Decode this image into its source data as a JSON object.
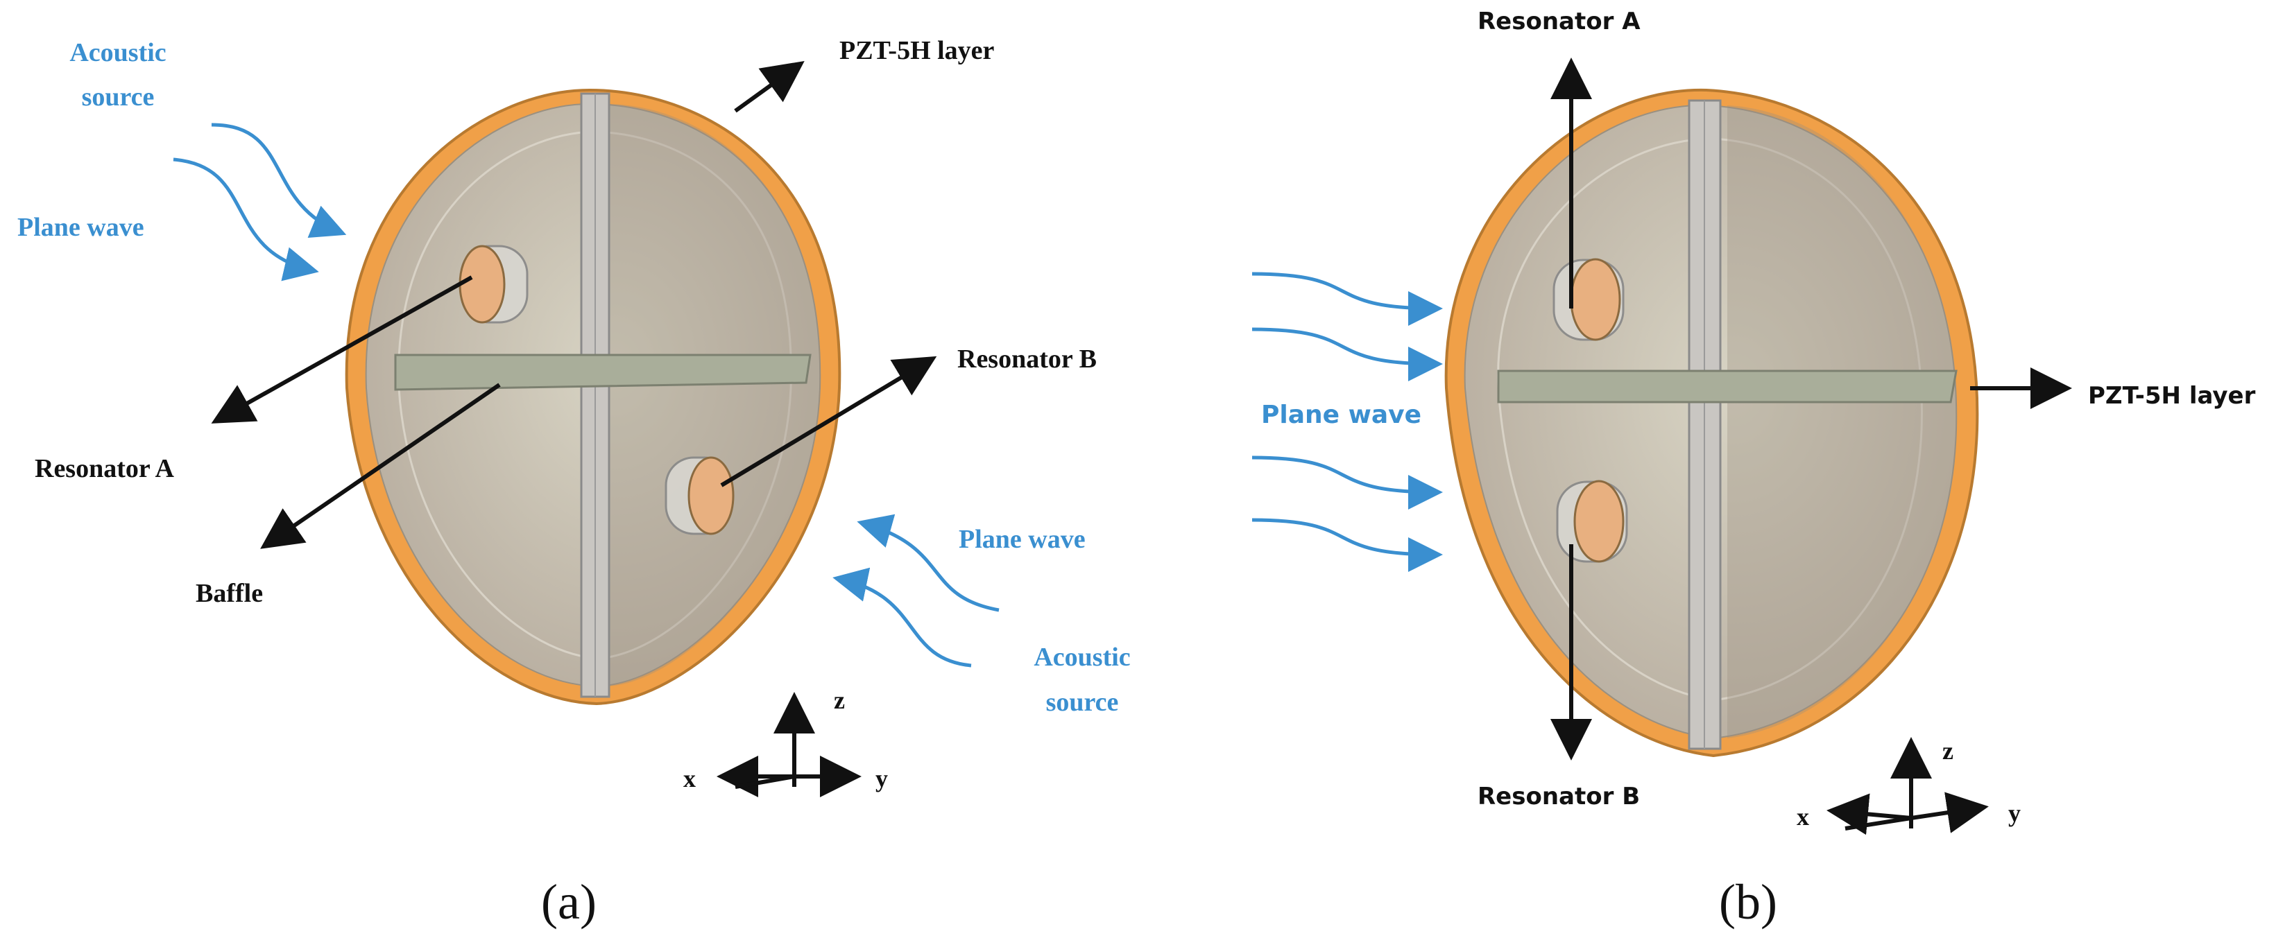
{
  "panel_a": {
    "pzt_layer": "PZT-5H layer",
    "acoustic_source_top_line1": "Acoustic",
    "acoustic_source_top_line2": "source",
    "plane_wave_top": "Plane wave",
    "resonator_a": "Resonator A",
    "resonator_b": "Resonator B",
    "baffle": "Baffle",
    "plane_wave_bottom": "Plane wave",
    "acoustic_source_bottom_line1": "Acoustic",
    "acoustic_source_bottom_line2": "source",
    "axis_x": "x",
    "axis_y": "y",
    "axis_z": "z",
    "caption": "(a)"
  },
  "panel_b": {
    "resonator_a": "Resonator A",
    "resonator_b": "Resonator B",
    "plane_wave": "Plane wave",
    "pzt_layer": "PZT-5H layer",
    "axis_x": "x",
    "axis_y": "y",
    "axis_z": "z",
    "caption": "(b)"
  },
  "colors": {
    "shell": "#f0a048",
    "label_blue": "#3a8fd0",
    "resonator": "#e8b080"
  }
}
